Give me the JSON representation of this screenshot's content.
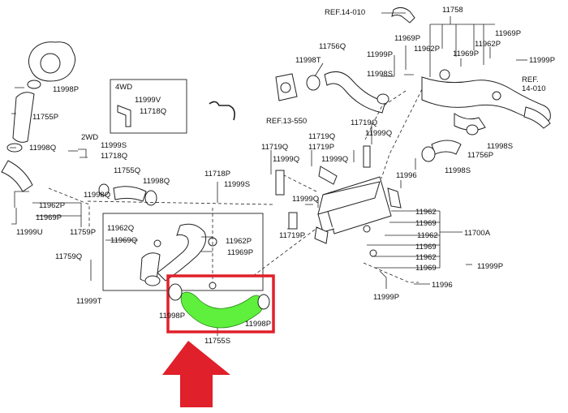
{
  "labels": {
    "ref_14_010_top": "REF.14-010",
    "p11758": "11758",
    "p11969p_a": "11969P",
    "p11962p_a": "11962P",
    "p11969p_b": "11969P",
    "p11962p_b": "11962P",
    "p11999p_a": "11999P",
    "p11969p_c": "11969P",
    "p11999p_b": "11999P",
    "p11756q": "11756Q",
    "p11998t": "11998T",
    "p11998s_a": "11998S",
    "ref_14_010_right": "REF.\n14-010",
    "ref_13_550": "REF.13-550",
    "p11998p_a": "11998P",
    "p11755p": "11755P",
    "p11998q_a": "11998Q",
    "wd4": "4WD",
    "p11999v": "11999V",
    "p11718q_a": "11718Q",
    "wd2": "2WD",
    "p11999s_a": "11999S",
    "p11718q_b": "11718Q",
    "p11755q": "11755Q",
    "p11998q_b": "11998Q",
    "p11998q_c": "11998Q",
    "p11962p_c": "11962P",
    "p11969p_d": "11969P",
    "p11999u": "11999U",
    "p11759p": "11759P",
    "p11719q_a": "11719Q",
    "p11999q_a": "11999Q",
    "p11719q_b": "11719Q",
    "p11999q_b": "11999Q",
    "p11719p_a": "11719P",
    "p11999q_c": "11999Q",
    "p11999q_d": "11999Q",
    "p11756p": "11756P",
    "p11998s_b": "11998S",
    "p11998s_c": "11998S",
    "p11718p": "11718P",
    "p11999s_b": "11999S",
    "p1996_a": "11996",
    "p11999q_e": "11999Q",
    "p11719p_b": "11719P",
    "p11962_a": "11962",
    "p11969_a": "11969",
    "p11962_b": "11962",
    "p11700a": "11700A",
    "p11969_b": "11969",
    "p11962_c": "11962",
    "p11969_c": "11969",
    "p11999p_c": "11999P",
    "p11962q": "11962Q",
    "p11969q": "11969Q",
    "p11962p_d": "11962P",
    "p11969p_e": "11969P",
    "p11759q": "11759Q",
    "p11999t": "11999T",
    "p11998p_b": "11998P",
    "p11998p_c": "11998P",
    "p11755s": "11755S",
    "p11999p_d": "11999P",
    "p1196_b": "11996"
  },
  "colors": {
    "highlight": "#e0202a",
    "hose": "#5ef03c"
  }
}
